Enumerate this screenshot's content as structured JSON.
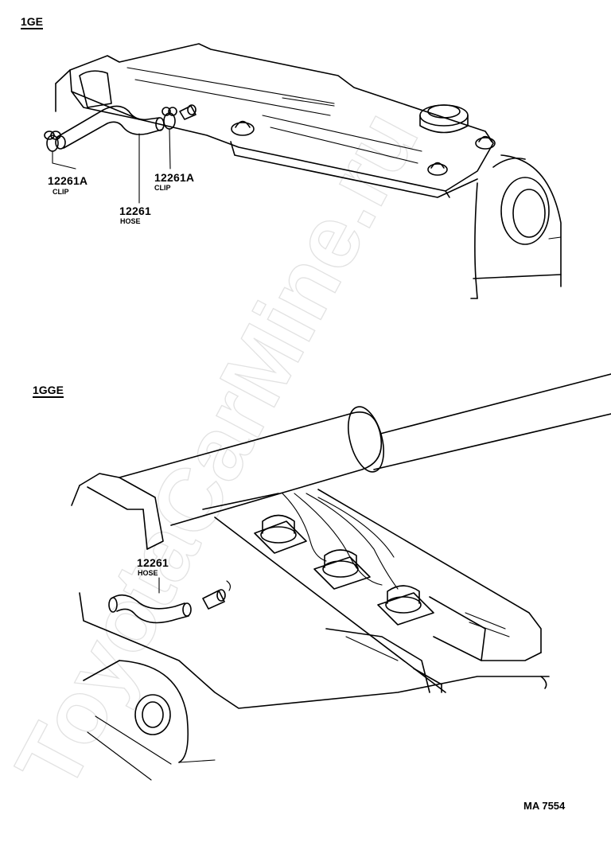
{
  "sections": [
    {
      "name": "1GE",
      "callouts": [
        {
          "part_no": "12261A",
          "part_name": "CLIP"
        },
        {
          "part_no": "12261A",
          "part_name": "CLIP"
        },
        {
          "part_no": "12261",
          "part_name": "HOSE"
        }
      ]
    },
    {
      "name": "1GGE",
      "callouts": [
        {
          "part_no": "12261",
          "part_name": "HOSE"
        }
      ]
    }
  ],
  "watermark": "ToyotaCarMine.ru",
  "figure_code": "MA 7554"
}
